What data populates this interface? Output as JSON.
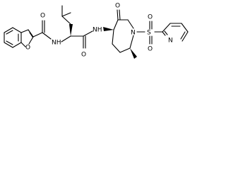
{
  "diagram": {
    "type": "chemical-structure",
    "atoms": {
      "furan_oxygen": "O",
      "amide1_oxygen": "O",
      "amide1_nitrogen": "NH",
      "amide2_oxygen": "O",
      "amide2_nitrogen": "NH",
      "ketone_oxygen": "O",
      "ring_nitrogen": "N",
      "sulfur": "S",
      "sulfonyl_oxygen_top": "O",
      "sulfonyl_oxygen_bottom": "O",
      "pyridine_nitrogen": "N"
    },
    "colors": {
      "bond": "#000000",
      "text": "#000000",
      "background": "#ffffff"
    }
  }
}
